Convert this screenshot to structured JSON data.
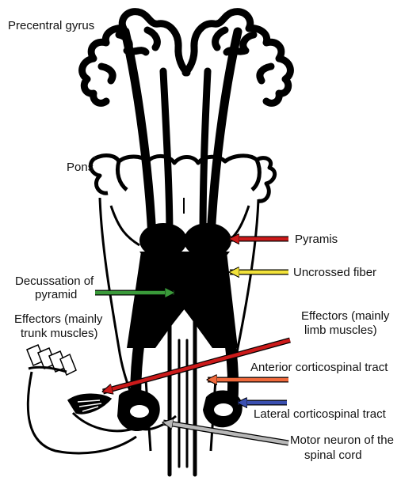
{
  "labels": {
    "precentral_gyrus": "Precentral gyrus",
    "pons": "Pons",
    "pyramis": "Pyramis",
    "uncrossed_fiber": "Uncrossed fiber",
    "decussation_line1": "Decussation of",
    "decussation_line2": "pyramid",
    "effectors_trunk_line1": "Effectors (mainly",
    "effectors_trunk_line2": "trunk muscles)",
    "effectors_limb_line1": "Effectors (mainly",
    "effectors_limb_line2": "limb muscles)",
    "anterior_tract": "Anterior corticospinal tract",
    "lateral_tract": "Lateral corticospinal tract",
    "motor_neuron_line1": "Motor neuron of the",
    "motor_neuron_line2": "spinal cord"
  },
  "arrow_colors": {
    "pyramis": "#cc1a1a",
    "uncrossed_fiber": "#f2e23a",
    "decussation": "#3a9a3a",
    "effectors_limb": "#cc1a1a",
    "anterior_tract": "#f06a3c",
    "lateral_tract": "#3a4fb0",
    "motor_neuron": "#b8b8b8"
  }
}
